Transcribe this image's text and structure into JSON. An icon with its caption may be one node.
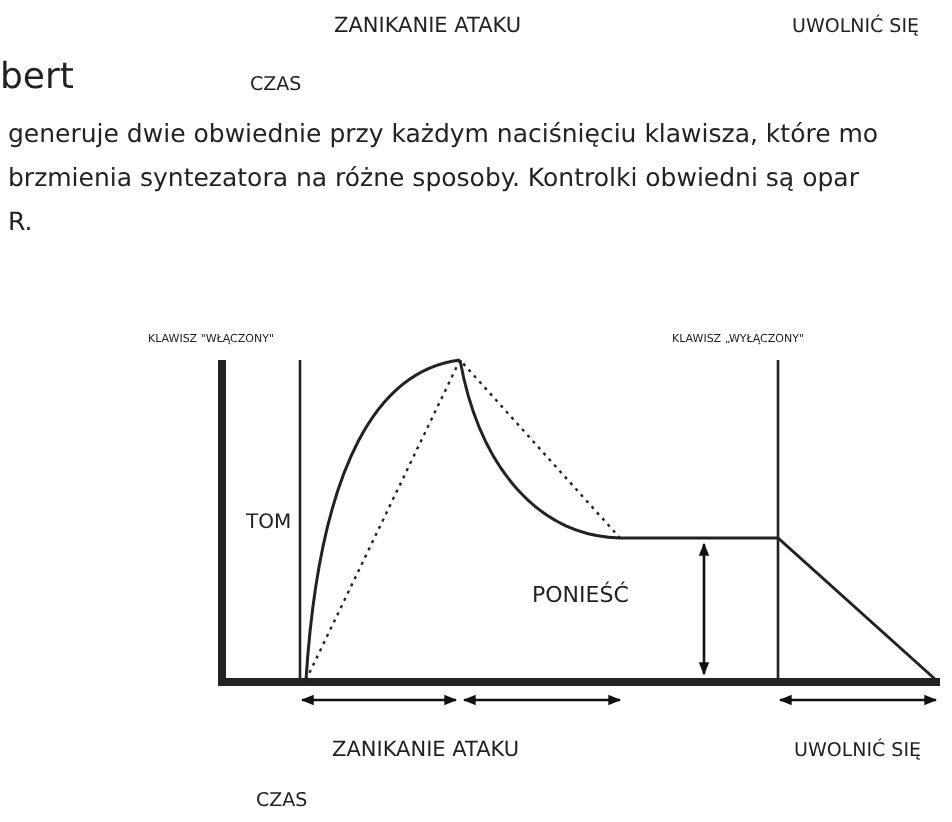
{
  "diagram": {
    "labels": [
      "ZANIKANIE ATAKU",
      "UWOLNIĆ SIĘ",
      "bert",
      "CZAS",
      "generuje dwie obwiednie przy każdym naciśnięciu klawisza, które mo",
      "brzmienia syntezatora na różne sposoby. Kontrolki obwiedni są opar",
      "R.",
      "KLAWISZ \"WŁĄCZONY\"",
      "KLAWISZ „WYŁĄCZONY\"",
      "TOM",
      "PONIEŚĆ",
      "ZANIKANIE ATAKU",
      "UWOLNIĆ SIĘ",
      "CZAS"
    ]
  }
}
